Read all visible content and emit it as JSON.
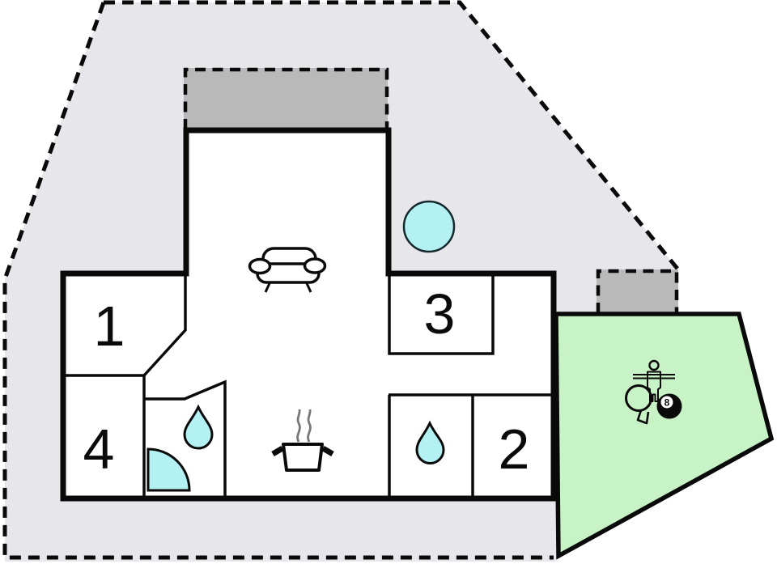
{
  "plan_title": "holiday-home-floor-plan",
  "rooms": [
    {
      "id": "room-1",
      "label": "1"
    },
    {
      "id": "room-2",
      "label": "2"
    },
    {
      "id": "room-3",
      "label": "3"
    },
    {
      "id": "room-4",
      "label": "4"
    }
  ],
  "games": {
    "billiard_ball_label": "8",
    "features": [
      "table-football",
      "table-tennis",
      "billiards"
    ]
  },
  "icons": {
    "sofa": "sofa-icon",
    "hot_tub": "hot-tub-icon",
    "water_drop_bath_left": "water-drop-icon",
    "water_drop_bath_right": "water-drop-icon",
    "shower": "shower-quarter-icon",
    "stove": "stove-pot-icon",
    "foosball": "foosball-player-icon",
    "table_tennis": "table-tennis-paddle-icon",
    "billiards": "eight-ball-icon"
  },
  "colors": {
    "plot": "#e7e7eb",
    "terrace": "#b9b9b9",
    "games_area": "#c8f3c6",
    "water": "#b4f1f3",
    "wall": "#0a0a0a",
    "white": "#ffffff",
    "steam": "#777777"
  }
}
